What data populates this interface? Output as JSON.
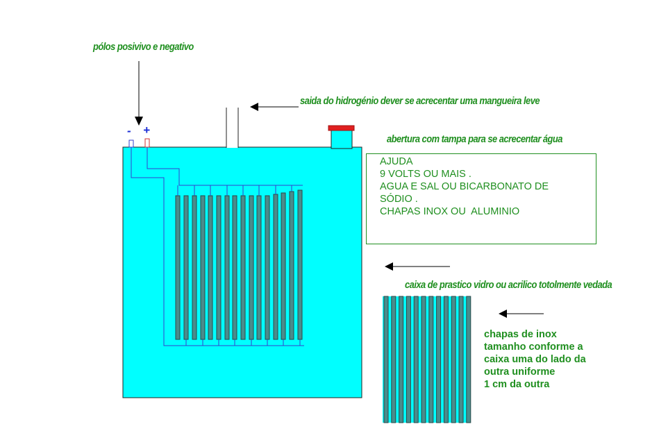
{
  "labels": {
    "poles": "pólos posivivo e negativo",
    "hydrogen_outlet": "saida do hidrogénio dever se acrecentar uma mangueira leve",
    "water_opening": "abertura com tampa  para se acrecentar água",
    "box_material": "caixa de  prastico vidro  ou acrilico totolmente vedada"
  },
  "terminals": {
    "negative": "-",
    "positive": "+"
  },
  "help_box": {
    "lines": [
      "AJUDA",
      "9 VOLTS OU MAIS .",
      "",
      "AGUA E SAL OU BICARBONATO DE",
      "SÓDIO .",
      "CHAPAS INOX OU  ALUMINIO"
    ]
  },
  "plate_note": {
    "lines": [
      "chapas de inox",
      "tamanho conforme a",
      "caixa  uma do lado da",
      "outra uniforme",
      "1 cm da outra"
    ]
  },
  "colors": {
    "water": "#00ffff",
    "text": "#1f8f1f",
    "wire": "#3340cc",
    "plate": "#4a8c8c",
    "cap": "#e02020",
    "arrow": "#000000",
    "sign": "#1d2fd6"
  },
  "icons": {
    "arrow": "arrow-icon",
    "cap": "red-cap-icon"
  }
}
